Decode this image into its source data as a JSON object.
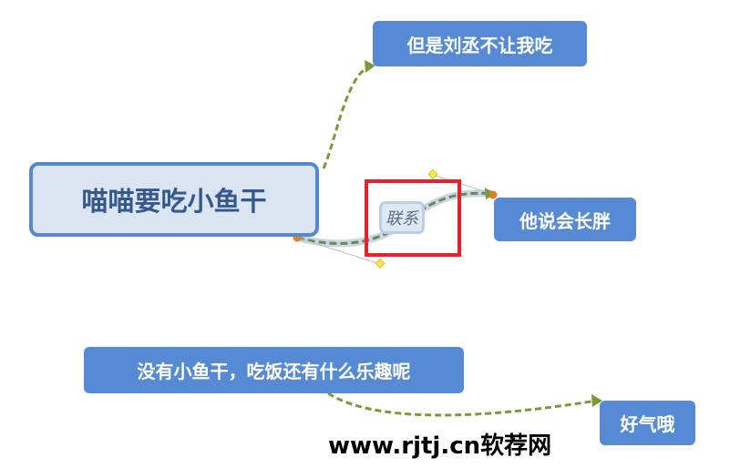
{
  "central_topic": "喵喵要吃小鱼干",
  "topics": [
    {
      "label": "但是刘丞不让我吃"
    },
    {
      "label": "他说会长胖"
    },
    {
      "label": "没有小鱼干，吃饭还有什么乐趣呢"
    },
    {
      "label": "好气哦"
    }
  ],
  "relationship": {
    "label": "联系"
  },
  "watermark": "www.rjtj.cn软荐网",
  "colors": {
    "topic": "#568ad4",
    "central_fill": "#dbe4f1",
    "connector": "#7a9a3a",
    "selection": "#e8202a"
  }
}
